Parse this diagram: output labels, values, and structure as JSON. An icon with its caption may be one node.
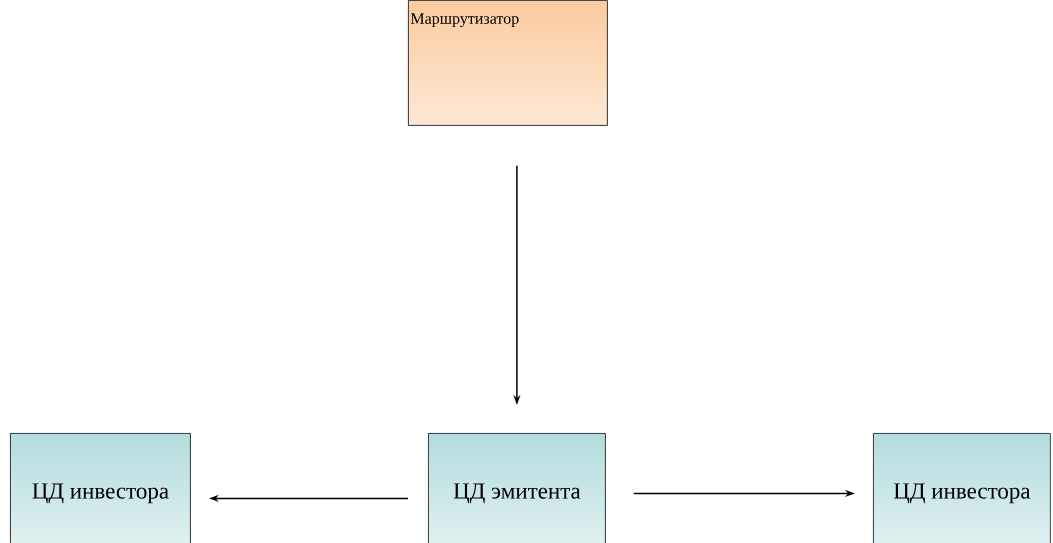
{
  "diagram": {
    "nodes": [
      {
        "text": [
          "Маршрутизатор"
        ]
      },
      {
        "text": [
          "ЦД инвестора"
        ]
      },
      {
        "text": [
          "ЦД эмитента"
        ]
      },
      {
        "text": [
          "ЦД инвестора"
        ]
      }
    ],
    "edges": [
      {
        "from": 0,
        "to": 2,
        "arrow": "to"
      },
      {
        "from": 2,
        "to": 1,
        "arrow": "to"
      },
      {
        "from": 2,
        "to": 3,
        "arrow": "to"
      }
    ]
  }
}
